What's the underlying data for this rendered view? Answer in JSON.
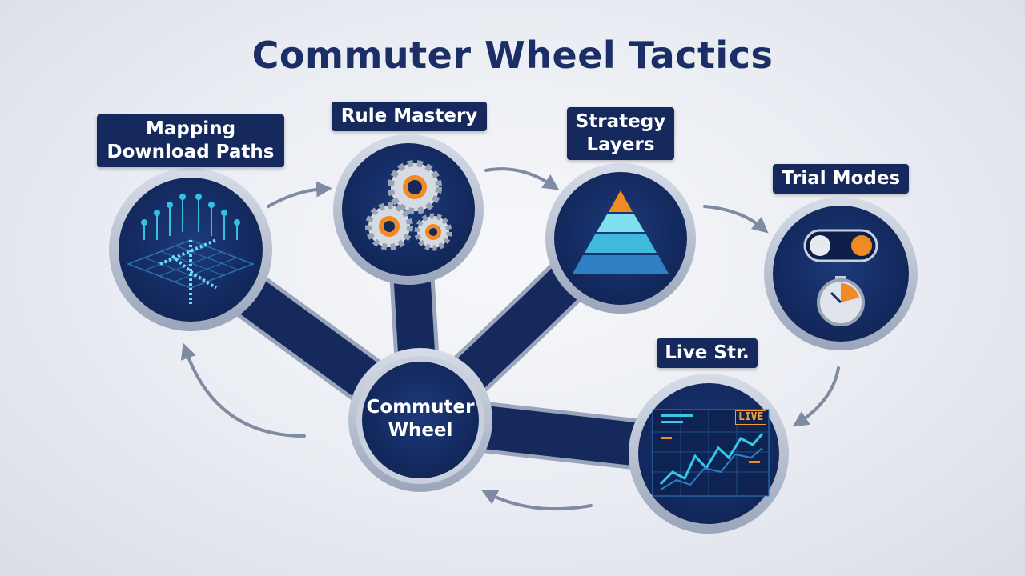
{
  "title": "Commuter Wheel Tactics",
  "center": {
    "label": "Commuter Wheel"
  },
  "nodes": [
    {
      "id": "mapping",
      "label": "Mapping Download Paths",
      "icon": "circuit-map-icon"
    },
    {
      "id": "rules",
      "label": "Rule Mastery",
      "icon": "gears-icon"
    },
    {
      "id": "strategy",
      "label": "Strategy Layers",
      "icon": "pyramid-icon"
    },
    {
      "id": "trial",
      "label": "Trial Modes",
      "icon": "toggle-stopwatch-icon"
    },
    {
      "id": "live",
      "label": "Live Str.",
      "icon": "live-chart-icon",
      "badge": "LIVE"
    }
  ],
  "colors": {
    "navy": "#15295c",
    "ring": "#b9c2d3",
    "accent_orange": "#f08a24",
    "accent_cyan": "#37c8e8",
    "arrow": "#7f8aa3"
  }
}
